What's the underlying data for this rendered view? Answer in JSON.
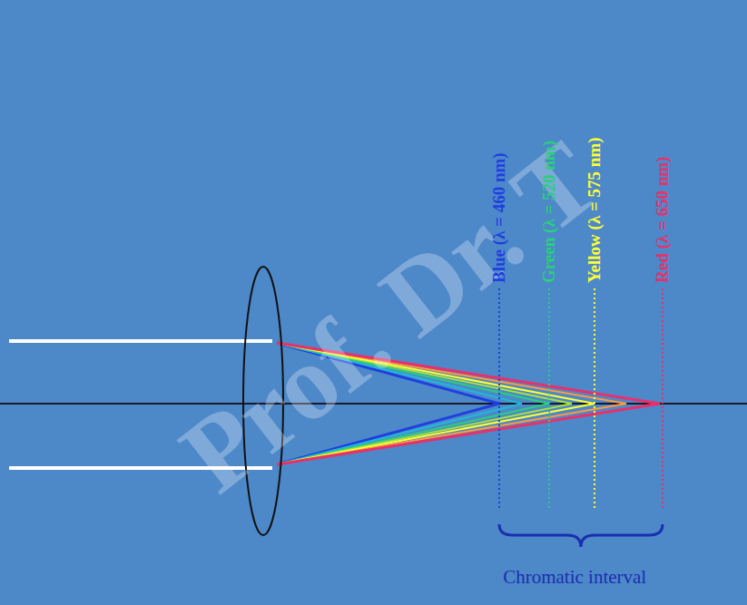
{
  "diagram": {
    "labels": [
      "Prof. Dr. T",
      "Blue (λ = 460 nm)",
      "Green (λ = 520 nm)",
      "Yellow (λ = 575 nm)",
      "Red (λ = 650 nm)",
      "Chromatic interval"
    ]
  }
}
